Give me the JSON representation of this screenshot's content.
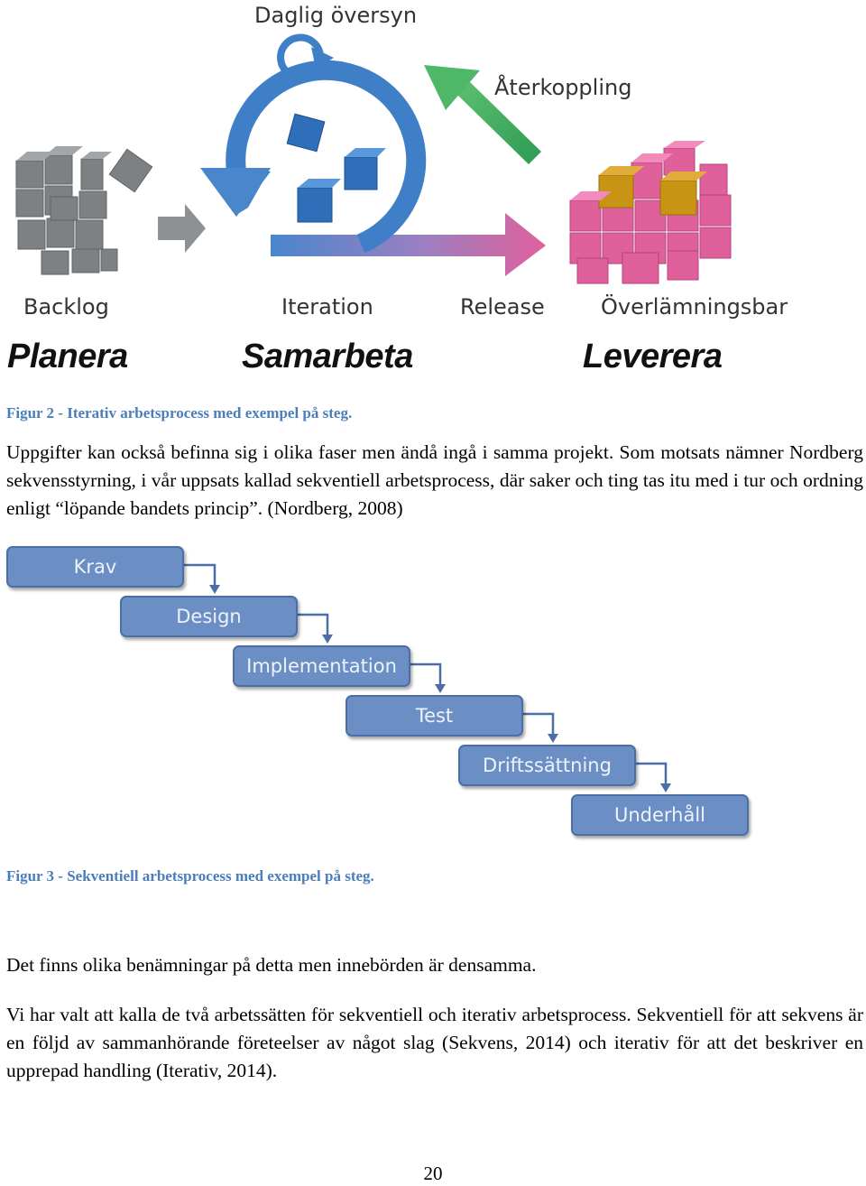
{
  "figure2": {
    "top_label": "Daglig översyn",
    "feedback_label": "Återkoppling",
    "stage_labels": [
      "Backlog",
      "Iteration",
      "Release",
      "Överlämningsbar"
    ],
    "phase_labels": [
      "Planera",
      "Samarbeta",
      "Leverera"
    ],
    "colors": {
      "gray_cubes": "#7d8184",
      "blue": "#3f7fc7",
      "pink": "#e0609c",
      "gold": "#c89414",
      "green": "#3aa35a"
    }
  },
  "caption2": "Figur 2 - Iterativ arbetsprocess med exempel på steg.",
  "paragraph1": "Uppgifter kan också befinna sig i olika faser men ändå ingå i samma projekt. Som motsats nämner Nordberg sekvensstyrning, i vår uppsats kallad sekventiell arbetsprocess, där saker och ting tas itu med i tur och ordning enligt “löpande bandets princip”. (Nordberg, 2008)",
  "figure3": {
    "steps": [
      "Krav",
      "Design",
      "Implementation",
      "Test",
      "Driftssättning",
      "Underhåll"
    ]
  },
  "caption3": "Figur 3 - Sekventiell arbetsprocess med exempel på steg.",
  "paragraph2": "Det finns olika benämningar på detta men innebörden är densamma.",
  "paragraph3": "Vi har valt att kalla de två arbetssätten för sekventiell och iterativ arbetsprocess. Sekventiell för att sekvens är en följd av sammanhörande företeelser av något slag (Sekvens, 2014) och iterativ för att det beskriver en upprepad handling (Iterativ, 2014).",
  "page_number": "20"
}
